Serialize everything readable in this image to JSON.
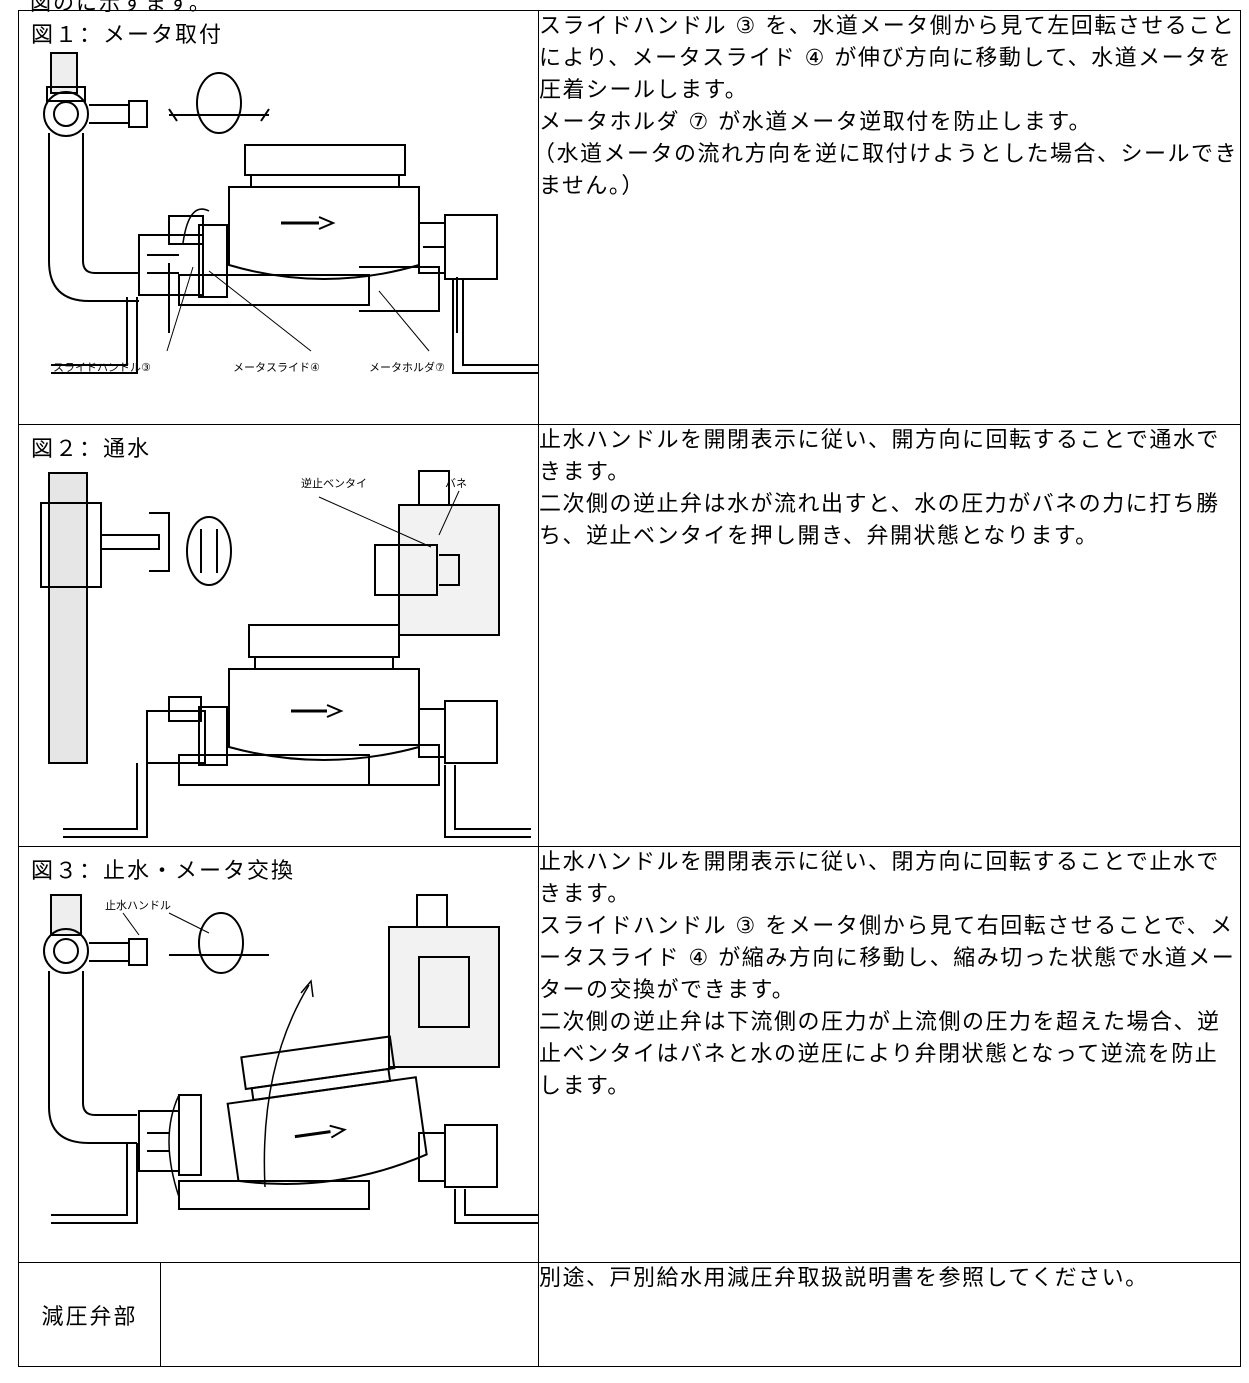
{
  "header_fragment": "図のに示すます。",
  "rows": [
    {
      "figure_title": "図１：メータ取付",
      "callouts": [
        "スライドハンドル③",
        "メータスライド④",
        "メータホルダ⑦"
      ],
      "text": [
        "スライドハンドル ③ を、水道メータ側から見て左回転させることにより、メータスライド ④ が伸び方向に移動して、水道メータを圧着シールします。",
        "メータホルダ ⑦ が水道メータ逆取付を防止します。",
        "（水道メータの流れ方向を逆に取付けようとした場合、シールできません。）"
      ]
    },
    {
      "figure_title": "図２：通水",
      "callouts": [
        "逆止ベンタイ",
        "バネ"
      ],
      "text": [
        "止水ハンドルを開閉表示に従い、開方向に回転することで通水できます。",
        "二次側の逆止弁は水が流れ出すと、水の圧力がバネの力に打ち勝ち、逆止ベンタイを押し開き、弁開状態となります。"
      ]
    },
    {
      "figure_title": "図３：止水・メータ交換",
      "callouts": [
        "止水ハンドル"
      ],
      "text": [
        "止水ハンドルを開閉表示に従い、閉方向に回転することで止水できます。",
        "スライドハンドル ③ をメータ側から見て右回転させることで、メータスライド ④ が縮み方向に移動し、縮み切った状態で水道メーターの交換ができます。",
        "二次側の逆止弁は下流側の圧力が上流側の圧力を超えた場合、逆止ベンタイはバネと水の逆圧により弁閉状態となって逆流を防止します。"
      ]
    },
    {
      "label": "減圧弁部",
      "text": [
        "別途、戸別給水用減圧弁取扱説明書を参照してください。"
      ]
    }
  ]
}
